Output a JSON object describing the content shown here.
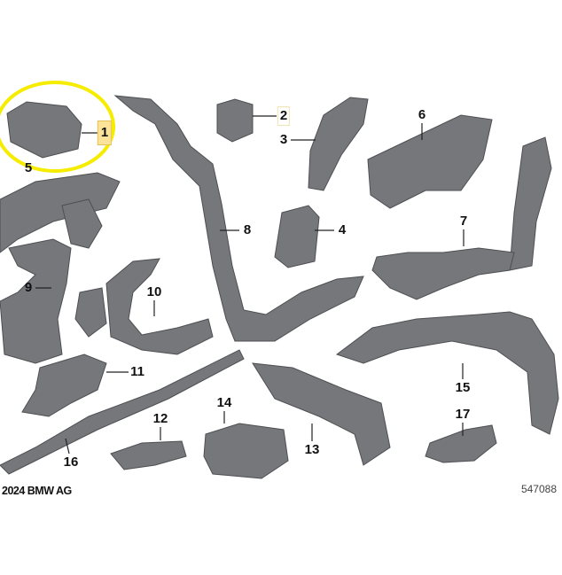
{
  "diagram": {
    "labels": [
      "1",
      "2",
      "3",
      "4",
      "5",
      "6",
      "7",
      "8",
      "9",
      "10",
      "11",
      "12",
      "13",
      "14",
      "15",
      "16",
      "17"
    ],
    "highlighted": "1",
    "highlight_color": "#f5ec00",
    "part_color": "#6f7175"
  },
  "footer": {
    "copyright": "2024 BMW AG",
    "diagram_number": "547088"
  }
}
